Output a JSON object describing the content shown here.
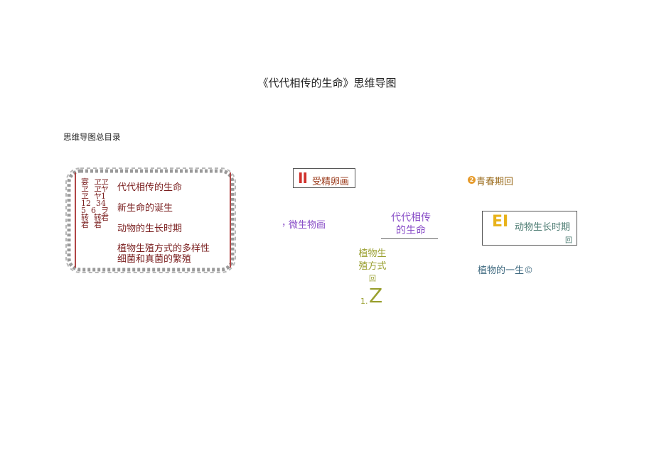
{
  "document": {
    "title": "《代代相传的生命》思维导图",
    "toc_heading": "思维导图总目录"
  },
  "toc": {
    "garbled_left": "宴  ヱ\nヱ  ヱ\nヱ  ヤ\n12  3\n5  6\n转  转\n君  君",
    "garbled_right": "ヱ\nヤ\n1\n4\nヲ\n君",
    "items": [
      "代代相传的生命",
      "新生命的诞生",
      "动物的生长时期",
      "植物生殖方式的多样性",
      "细菌和真菌的繁殖"
    ]
  },
  "mindmap": {
    "center_line1": "代代相传",
    "center_line2": "的生命",
    "egg": {
      "mark": "II",
      "label": "受精卵画"
    },
    "puberty": {
      "dot": "2",
      "label": "青春期回"
    },
    "microbe": {
      "prefix": "，",
      "label": "微生物画"
    },
    "animal": {
      "mark": "EI",
      "label": "动物生长时期",
      "suffix": "回"
    },
    "plant_reproduction": {
      "line1": "植物生",
      "line2": "殖方式",
      "line3": "回"
    },
    "plant_life": {
      "label": "植物的一生©"
    },
    "one_z": {
      "num": "1.",
      "letter": "Z"
    }
  },
  "colors": {
    "toc_text": "#7a1f1f",
    "egg_mark": "#d0322d",
    "animal_mark": "#e8b21a",
    "center": "#8a4fc8",
    "plant_reproduction": "#9aa030",
    "plant_life": "#3f6a80"
  }
}
